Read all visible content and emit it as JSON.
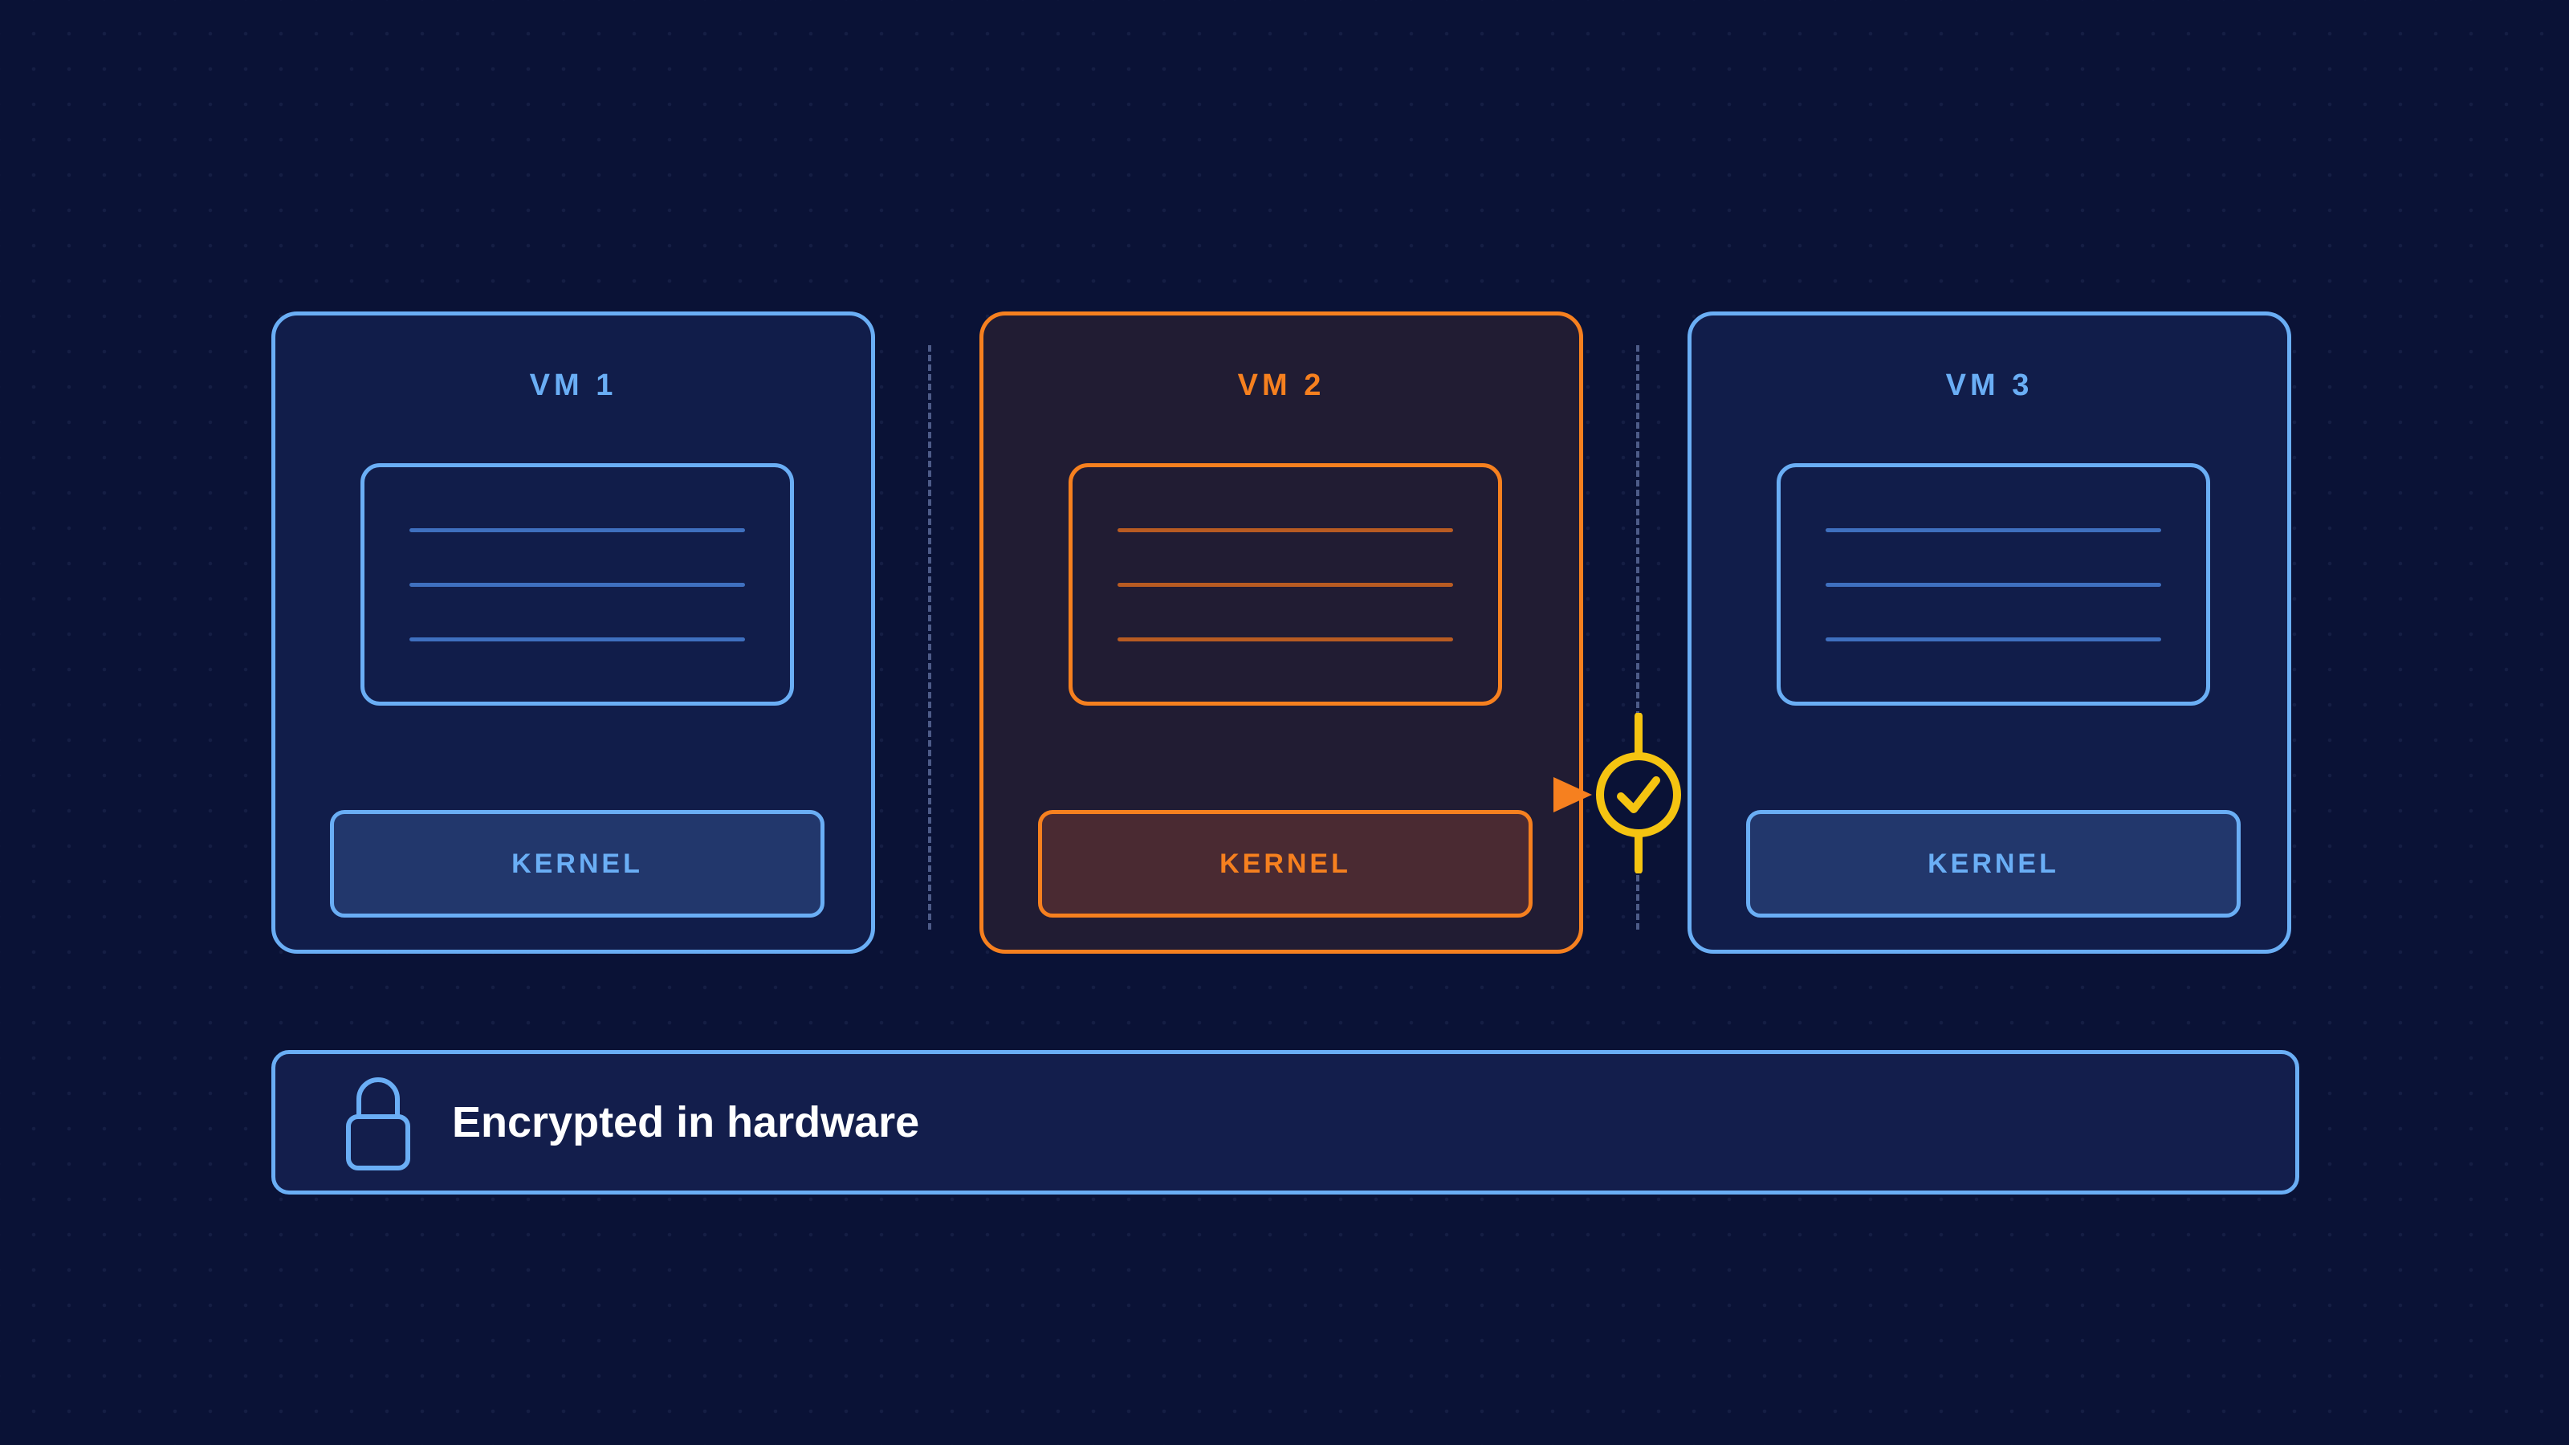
{
  "vms": [
    {
      "title": "VM 1",
      "kernel": "KERNEL"
    },
    {
      "title": "VM 2",
      "kernel": "KERNEL"
    },
    {
      "title": "VM 3",
      "kernel": "KERNEL"
    }
  ],
  "banner": {
    "text": "Encrypted in hardware",
    "icon": "lock-icon"
  },
  "colors": {
    "background": "#0a1236",
    "vm_border": "#6aaef5",
    "highlight": "#f6801f",
    "check": "#f5c411",
    "text": "#ffffff"
  }
}
